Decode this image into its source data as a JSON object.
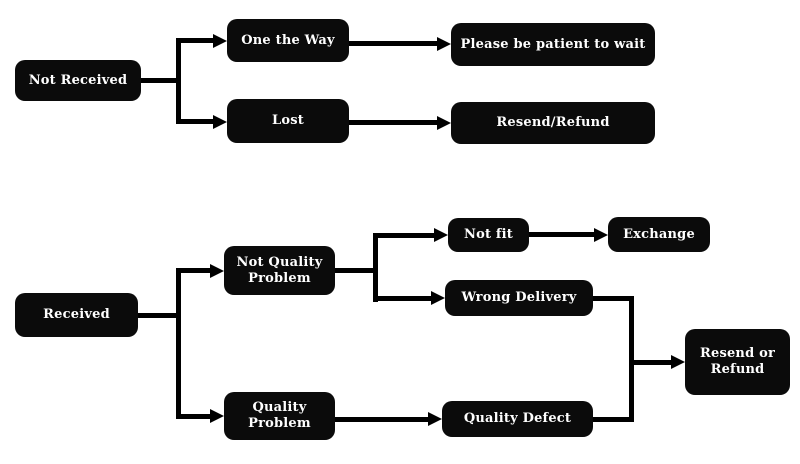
{
  "flowchart": {
    "colors": {
      "background": "#ffffff",
      "node_background": "#0b0b0b",
      "node_text": "#ffffff",
      "connector": "#000000"
    },
    "nodes": {
      "not_received": "Not Received",
      "one_the_way": "One the Way",
      "lost": "Lost",
      "please_be_patient": "Please be patient to wait",
      "resend_refund": "Resend/Refund",
      "received": "Received",
      "not_quality_problem": "Not Quality Problem",
      "quality_problem": "Quality Problem",
      "not_fit": "Not fit",
      "exchange": "Exchange",
      "wrong_delivery": "Wrong Delivery",
      "quality_defect": "Quality Defect",
      "resend_or_refund": "Resend or Refund"
    }
  }
}
